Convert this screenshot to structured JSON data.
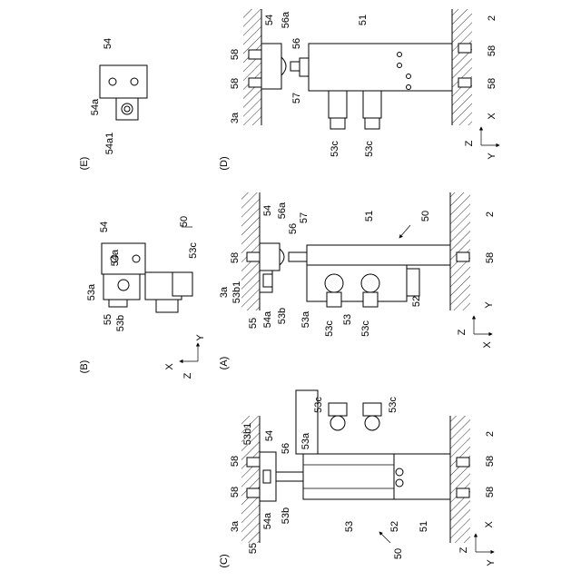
{
  "views": {
    "D": {
      "label": "(D)",
      "refs": {
        "r54": "54",
        "r56a": "56a",
        "r56": "56",
        "r51": "51",
        "r2": "2",
        "r58_tl": "58",
        "r58_bl": "58",
        "r58_tr": "58",
        "r58_br": "58",
        "r3a": "3a",
        "r57": "57",
        "r53c_1": "53c",
        "r53c_2": "53c"
      },
      "axes": {
        "z": "Z",
        "x": "X",
        "y": "Y"
      }
    },
    "A": {
      "label": "(A)",
      "refs": {
        "r50": "50",
        "r54": "54",
        "r56a": "56a",
        "r56": "56",
        "r57": "57",
        "r51": "51",
        "r2": "2",
        "r58_l": "58",
        "r58_r": "58",
        "r3a": "3a",
        "r53b1": "53b1",
        "r55": "55",
        "r54a": "54a",
        "r53b": "53b",
        "r53a": "53a",
        "r53": "53",
        "r52": "52",
        "r53c_1": "53c",
        "r53c_2": "53c"
      },
      "axes": {
        "z": "Z",
        "x": "X",
        "y": "Y"
      }
    },
    "C": {
      "label": "(C)",
      "refs": {
        "r53c_1": "53c",
        "r53c_2": "53c",
        "r53b1": "53b1",
        "r54": "54",
        "r56": "56",
        "r53a": "53a",
        "r2": "2",
        "r58_1": "58",
        "r58_2": "58",
        "r58_3": "58",
        "r58_4": "58",
        "r3a": "3a",
        "r55": "55",
        "r54a": "54a",
        "r53b": "53b",
        "r53": "53",
        "r52": "52",
        "r51": "51",
        "r50": "50"
      },
      "axes": {
        "z": "Z",
        "x": "X",
        "y": "Y"
      }
    },
    "E": {
      "label": "(E)",
      "refs": {
        "r54": "54",
        "r54a": "54a",
        "r54a1": "54a1"
      }
    },
    "B": {
      "label": "(B)",
      "refs": {
        "r54": "54",
        "r54a": "54a",
        "r53a": "53a",
        "r55": "55",
        "r53b": "53b",
        "r53c": "53c",
        "r50": "50"
      },
      "axes": {
        "x": "X",
        "y": "Y",
        "z": "Z"
      }
    }
  }
}
